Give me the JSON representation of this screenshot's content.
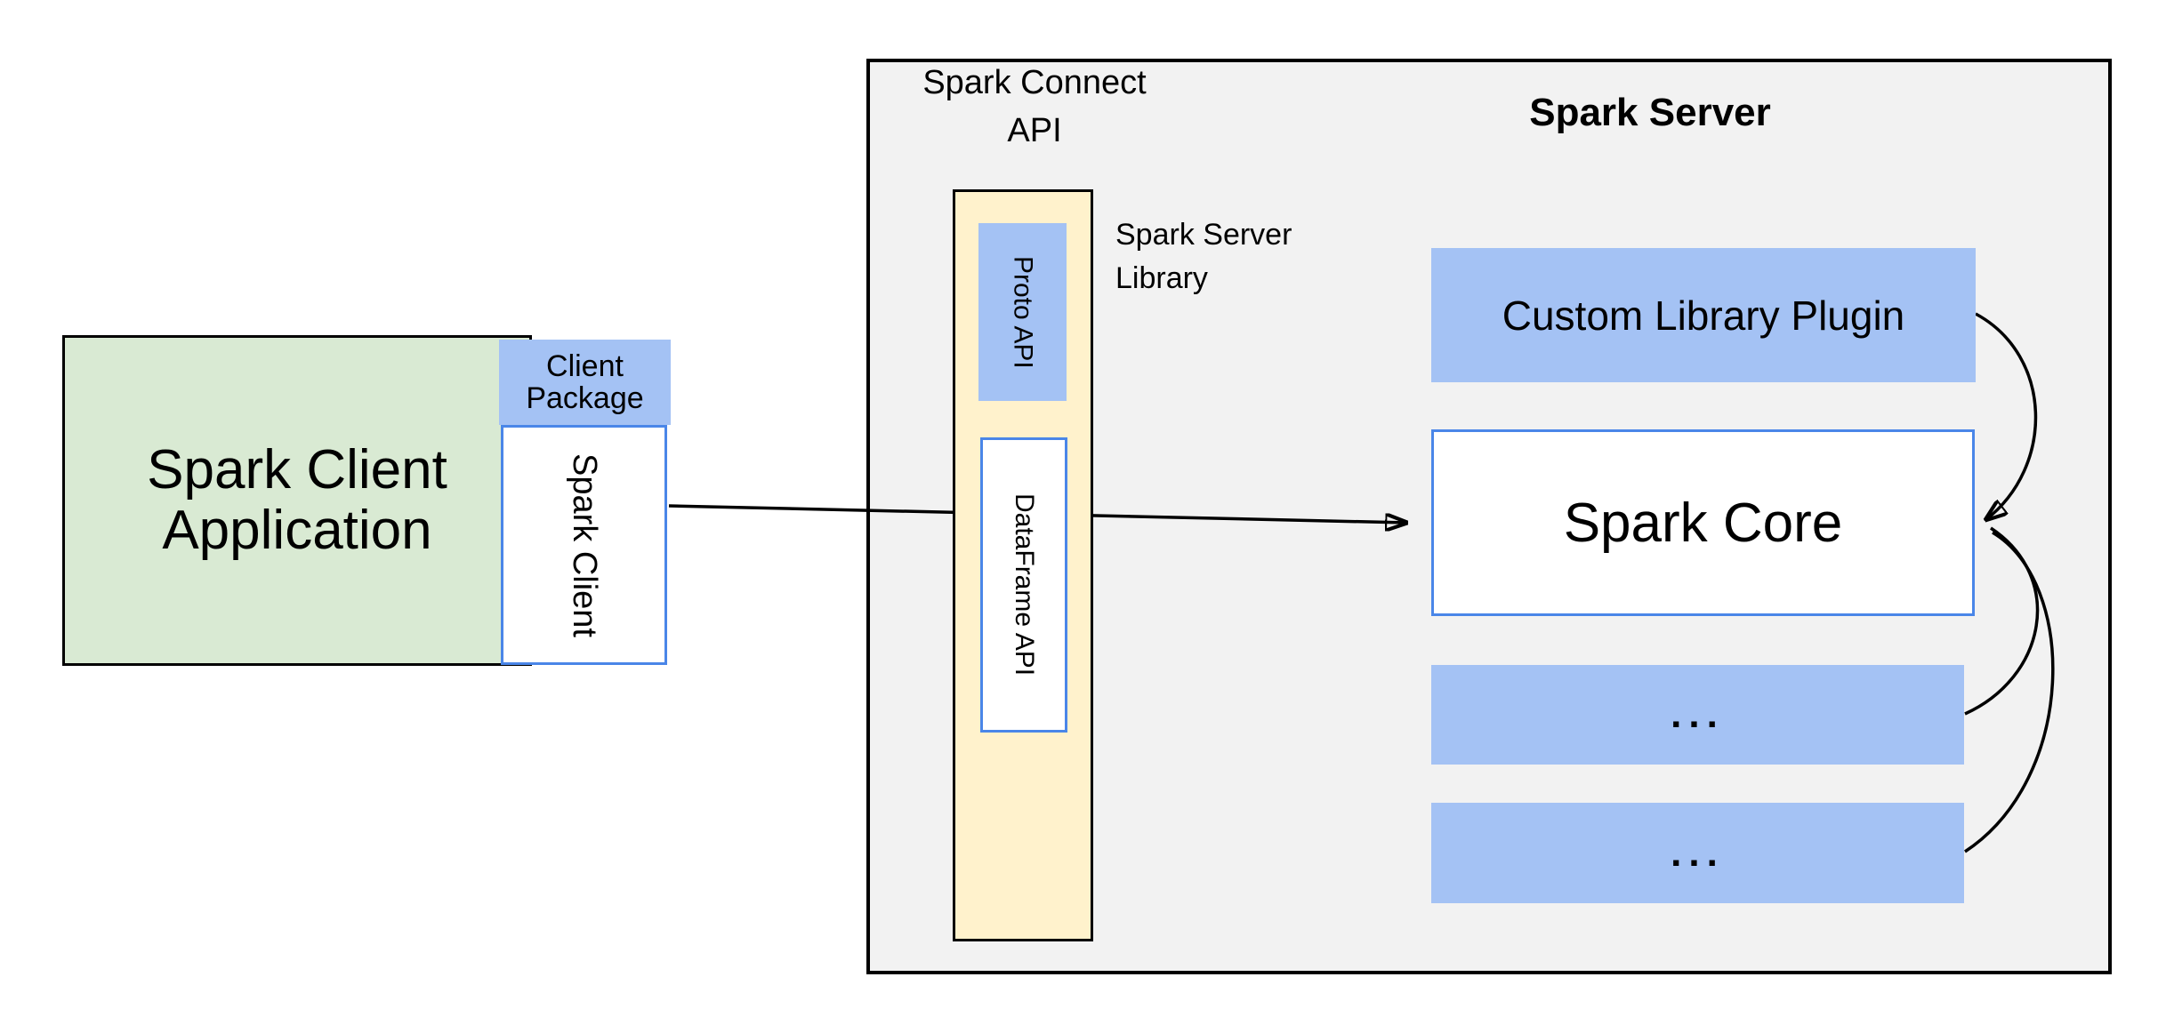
{
  "diagram": {
    "title_connect": "Spark Connect\nAPI",
    "title_server": "Spark Server",
    "label_server_library": "Spark Server\nLibrary",
    "client": {
      "application": "Spark Client\nApplication",
      "package": "Client\nPackage",
      "spark_client": "Spark Client"
    },
    "api_column": {
      "proto_api": "Proto API",
      "dataframe_api": "DataFrame API"
    },
    "server": {
      "custom_plugin": "Custom Library Plugin",
      "spark_core": "Spark Core",
      "more_box_1": "...",
      "more_box_2": "..."
    },
    "arrows": [
      "client-to-core",
      "plugin-to-core",
      "more1-to-core",
      "more2-to-core"
    ],
    "colors": {
      "blue_fill": "#a4c2f4",
      "blue_border": "#4a86e8",
      "yellow_fill": "#fff2cc",
      "green_fill": "#d9ead3",
      "container_fill": "#f2f2f2",
      "line_black": "#000000"
    }
  }
}
